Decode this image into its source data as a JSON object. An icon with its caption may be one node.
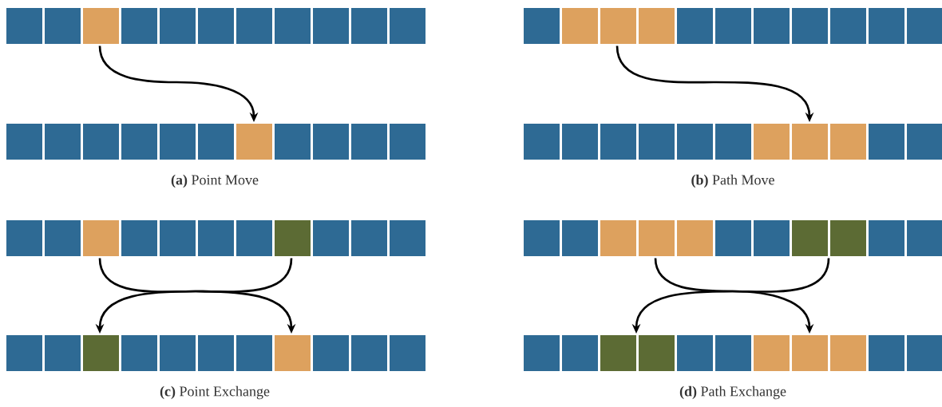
{
  "diagram": {
    "nodes": [
      {
        "text": [],
        "shape": "bar"
      },
      {
        "text": [],
        "shape": "bar"
      },
      {
        "text": [],
        "shape": "bar"
      },
      {
        "text": [],
        "shape": "bar"
      },
      {
        "text": [],
        "shape": "bar"
      },
      {
        "text": [],
        "shape": "bar"
      },
      {
        "text": [],
        "shape": "bar"
      },
      {
        "text": [],
        "shape": "bar"
      }
    ],
    "edges": [
      {
        "from": 0,
        "to": 1,
        "arrow": "to"
      },
      {
        "from": 2,
        "to": 3,
        "arrow": "to"
      },
      {
        "from": 4,
        "to": 5,
        "arrow": "to"
      },
      {
        "from": 4,
        "to": 5,
        "arrow": "to"
      },
      {
        "from": 6,
        "to": 7,
        "arrow": "to"
      },
      {
        "from": 6,
        "to": 7,
        "arrow": "to"
      }
    ],
    "labels": [
      "**(a)** Point Move",
      "**(b)** Path Move",
      "**(c)** Point Exchange",
      "**(d)** Path Exchange"
    ]
  }
}
